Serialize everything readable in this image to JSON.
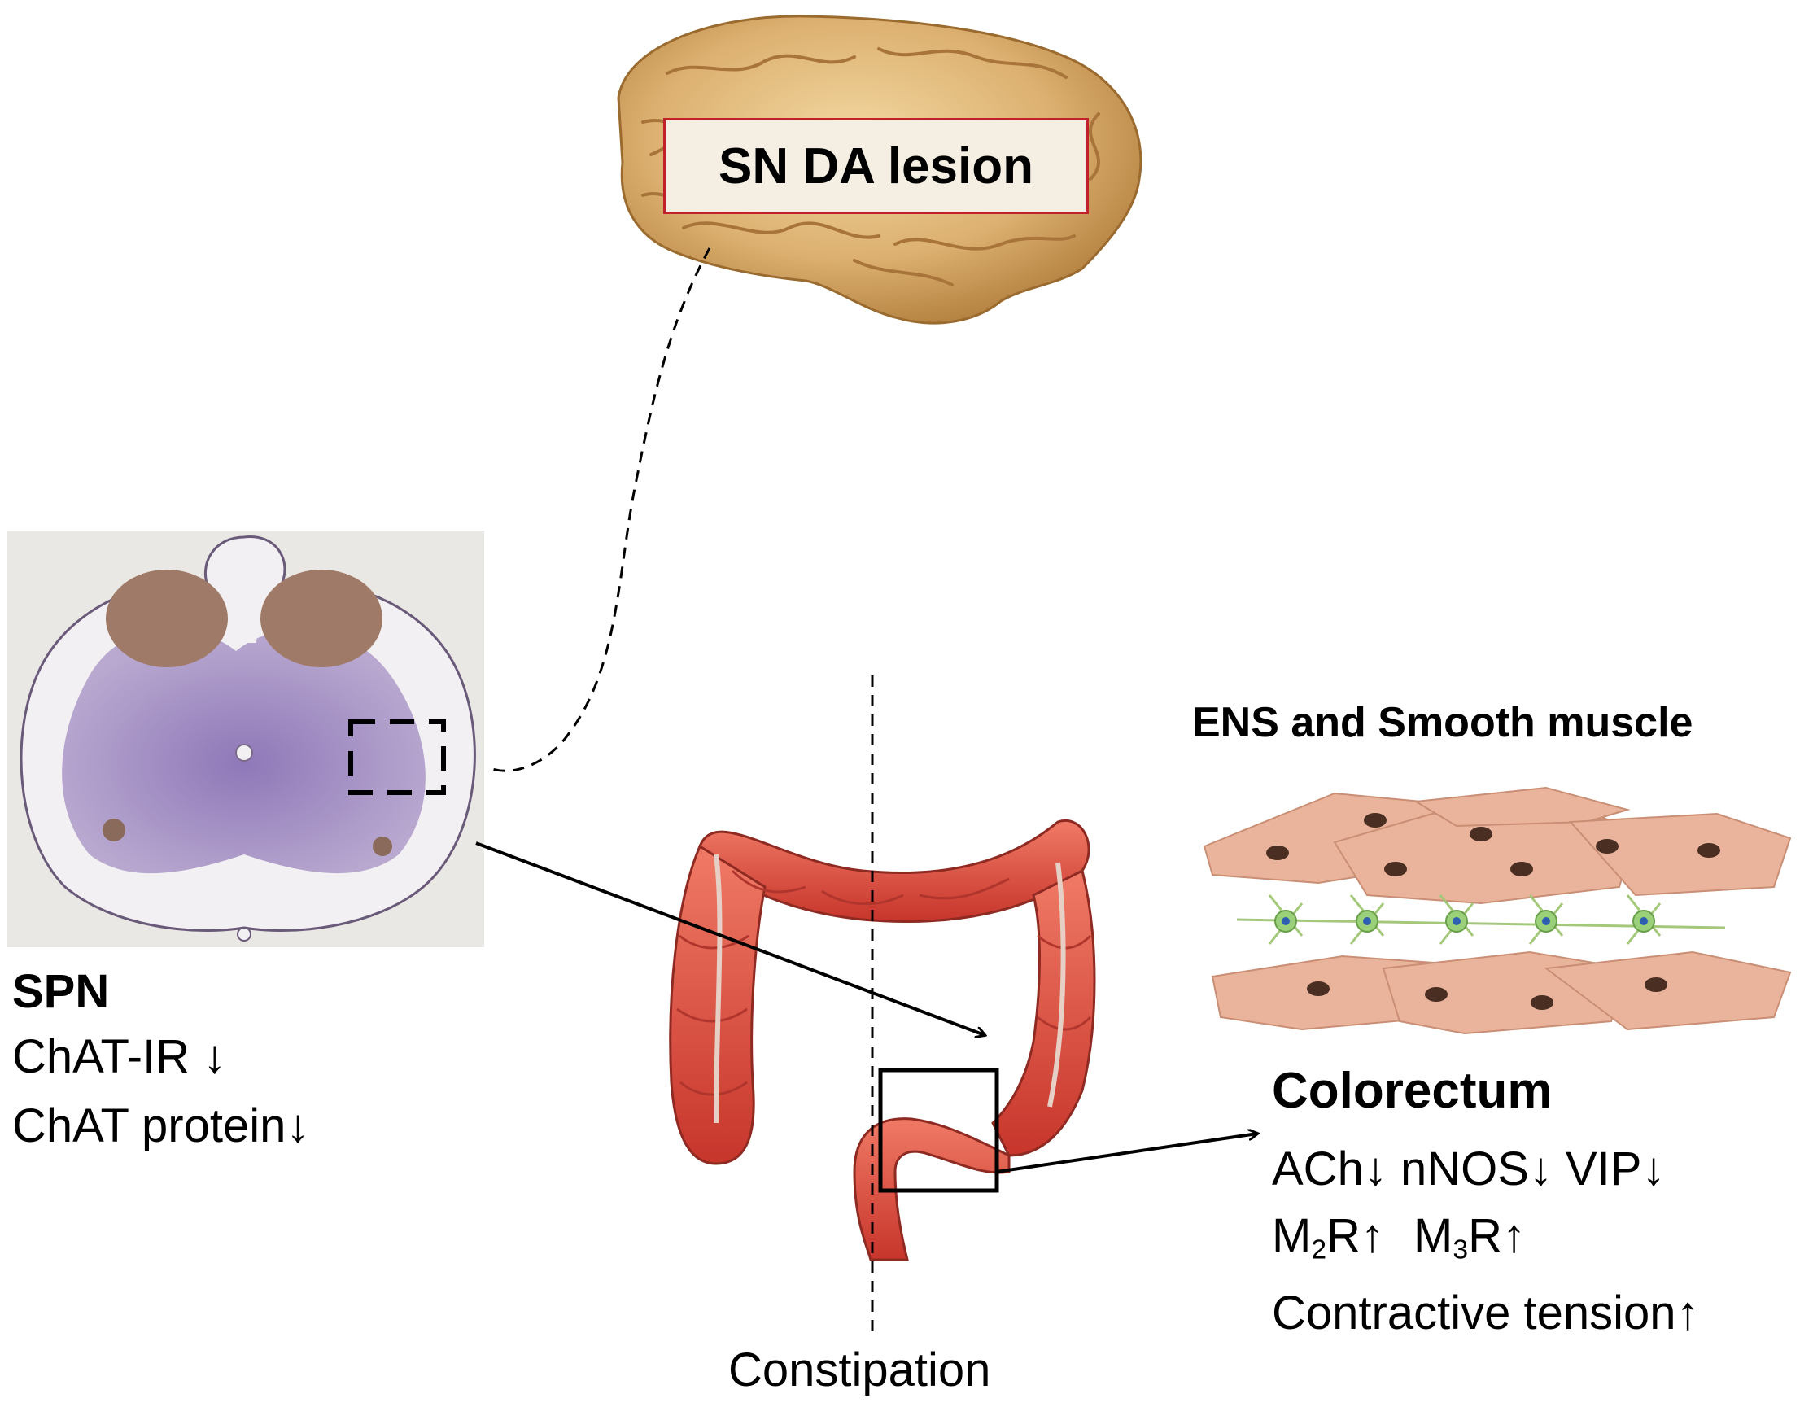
{
  "brain": {
    "lesion_label": "SN DA lesion"
  },
  "spinal_cord": {
    "title": "SPN",
    "lines": [
      "ChAT-IR ↓",
      "ChAT protein↓"
    ]
  },
  "colon": {
    "caption": "Constipation"
  },
  "cells": {
    "title": "ENS and Smooth muscle"
  },
  "colorectum": {
    "title": "Colorectum",
    "line1": "ACh↓ nNOS↓ VIP↓",
    "m2_prefix": "M",
    "m2_sub": "2",
    "m2_suffix": "R↑",
    "m3_prefix": "M",
    "m3_sub": "3",
    "m3_suffix": "R↑",
    "line3": "Contractive tension↑"
  },
  "colors": {
    "lesion_border": "#c0212a",
    "brain": "#d9ae6a",
    "colon": "#d6453a",
    "stain": "#9a86bb",
    "cell": "#eab49c"
  }
}
